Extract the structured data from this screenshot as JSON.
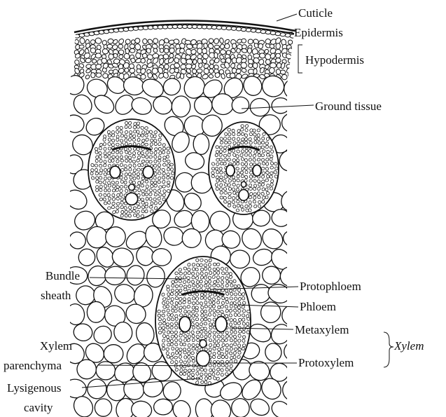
{
  "labels": {
    "cuticle": "Cuticle",
    "epidermis": "Epidermis",
    "hypodermis": "Hypodermis",
    "ground_tissue": "Ground tissue",
    "bundle_sheath_line1": "Bundle",
    "bundle_sheath_line2": "sheath",
    "protophloem": "Protophloem",
    "phloem": "Phloem",
    "metaxylem": "Metaxylem",
    "xylem": "Xylem",
    "protoxylem": "Protoxylem",
    "xylem_parenchyma_line1": "Xylem",
    "xylem_parenchyma_line2": "parenchyma",
    "lysigenous_cavity_line1": "Lysigenous",
    "lysigenous_cavity_line2": "cavity"
  },
  "colors": {
    "ink": "#111111",
    "background": "#ffffff"
  }
}
